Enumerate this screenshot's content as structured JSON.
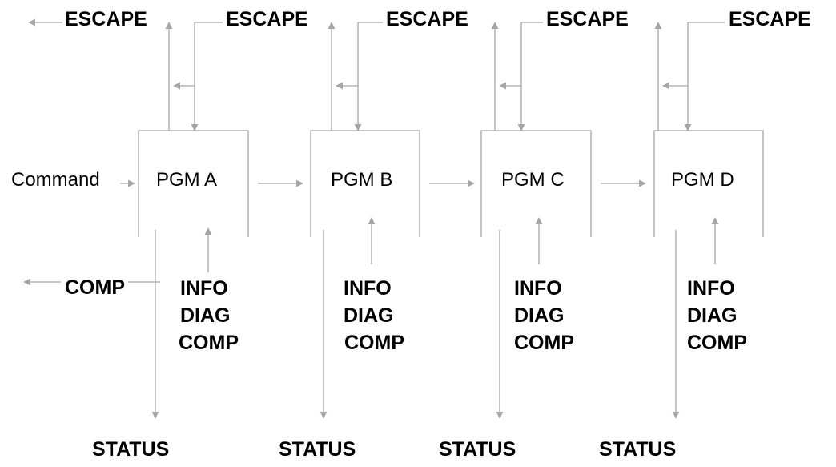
{
  "colors": {
    "line": "#a6a6a6",
    "text": "#000000",
    "background": "#ffffff"
  },
  "command_label": "Command",
  "escape_labels": [
    "ESCAPE",
    "ESCAPE",
    "ESCAPE",
    "ESCAPE",
    "ESCAPE"
  ],
  "comp_left_label": "COMP",
  "programs": [
    {
      "name": "PGM A",
      "inputs": [
        "INFO",
        "DIAG",
        "COMP"
      ],
      "status": "STATUS"
    },
    {
      "name": "PGM B",
      "inputs": [
        "INFO",
        "DIAG",
        "COMP"
      ],
      "status": "STATUS"
    },
    {
      "name": "PGM C",
      "inputs": [
        "INFO",
        "DIAG",
        "COMP"
      ],
      "status": "STATUS"
    },
    {
      "name": "PGM D",
      "inputs": [
        "INFO",
        "DIAG",
        "COMP"
      ],
      "status": "STATUS"
    }
  ]
}
